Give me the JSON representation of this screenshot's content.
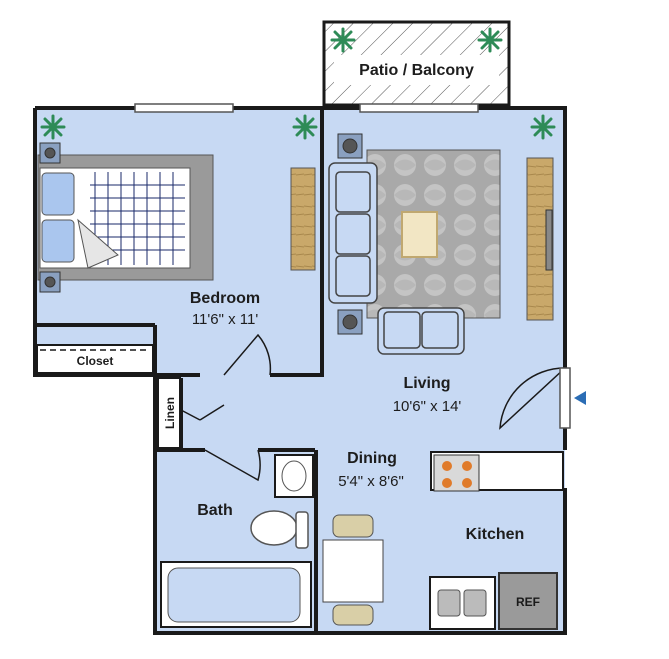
{
  "rooms": {
    "patio": {
      "name": "Patio / Balcony"
    },
    "bedroom": {
      "name": "Bedroom",
      "dims": "11'6\" x 11'"
    },
    "closet": {
      "name": "Closet"
    },
    "linen": {
      "name": "Linen"
    },
    "living": {
      "name": "Living",
      "dims": "10'6\" x 14'"
    },
    "dining": {
      "name": "Dining",
      "dims": "5'4\" x 8'6\""
    },
    "bath": {
      "name": "Bath"
    },
    "kitchen": {
      "name": "Kitchen"
    }
  },
  "appliances": {
    "ref": "REF"
  },
  "colors": {
    "floor": "#c7d9f3",
    "wall": "#1a1a1a",
    "entry_arrow": "#2b6db5",
    "rug": "#b3b3b3",
    "cabinet": "#c9a86a",
    "plant": "#2e8b57"
  },
  "icons": [
    "plant-icon",
    "entry-arrow-icon",
    "stove-icon",
    "sink-icon",
    "toilet-icon",
    "bathtub-icon",
    "bed-icon",
    "sofa-icon"
  ]
}
